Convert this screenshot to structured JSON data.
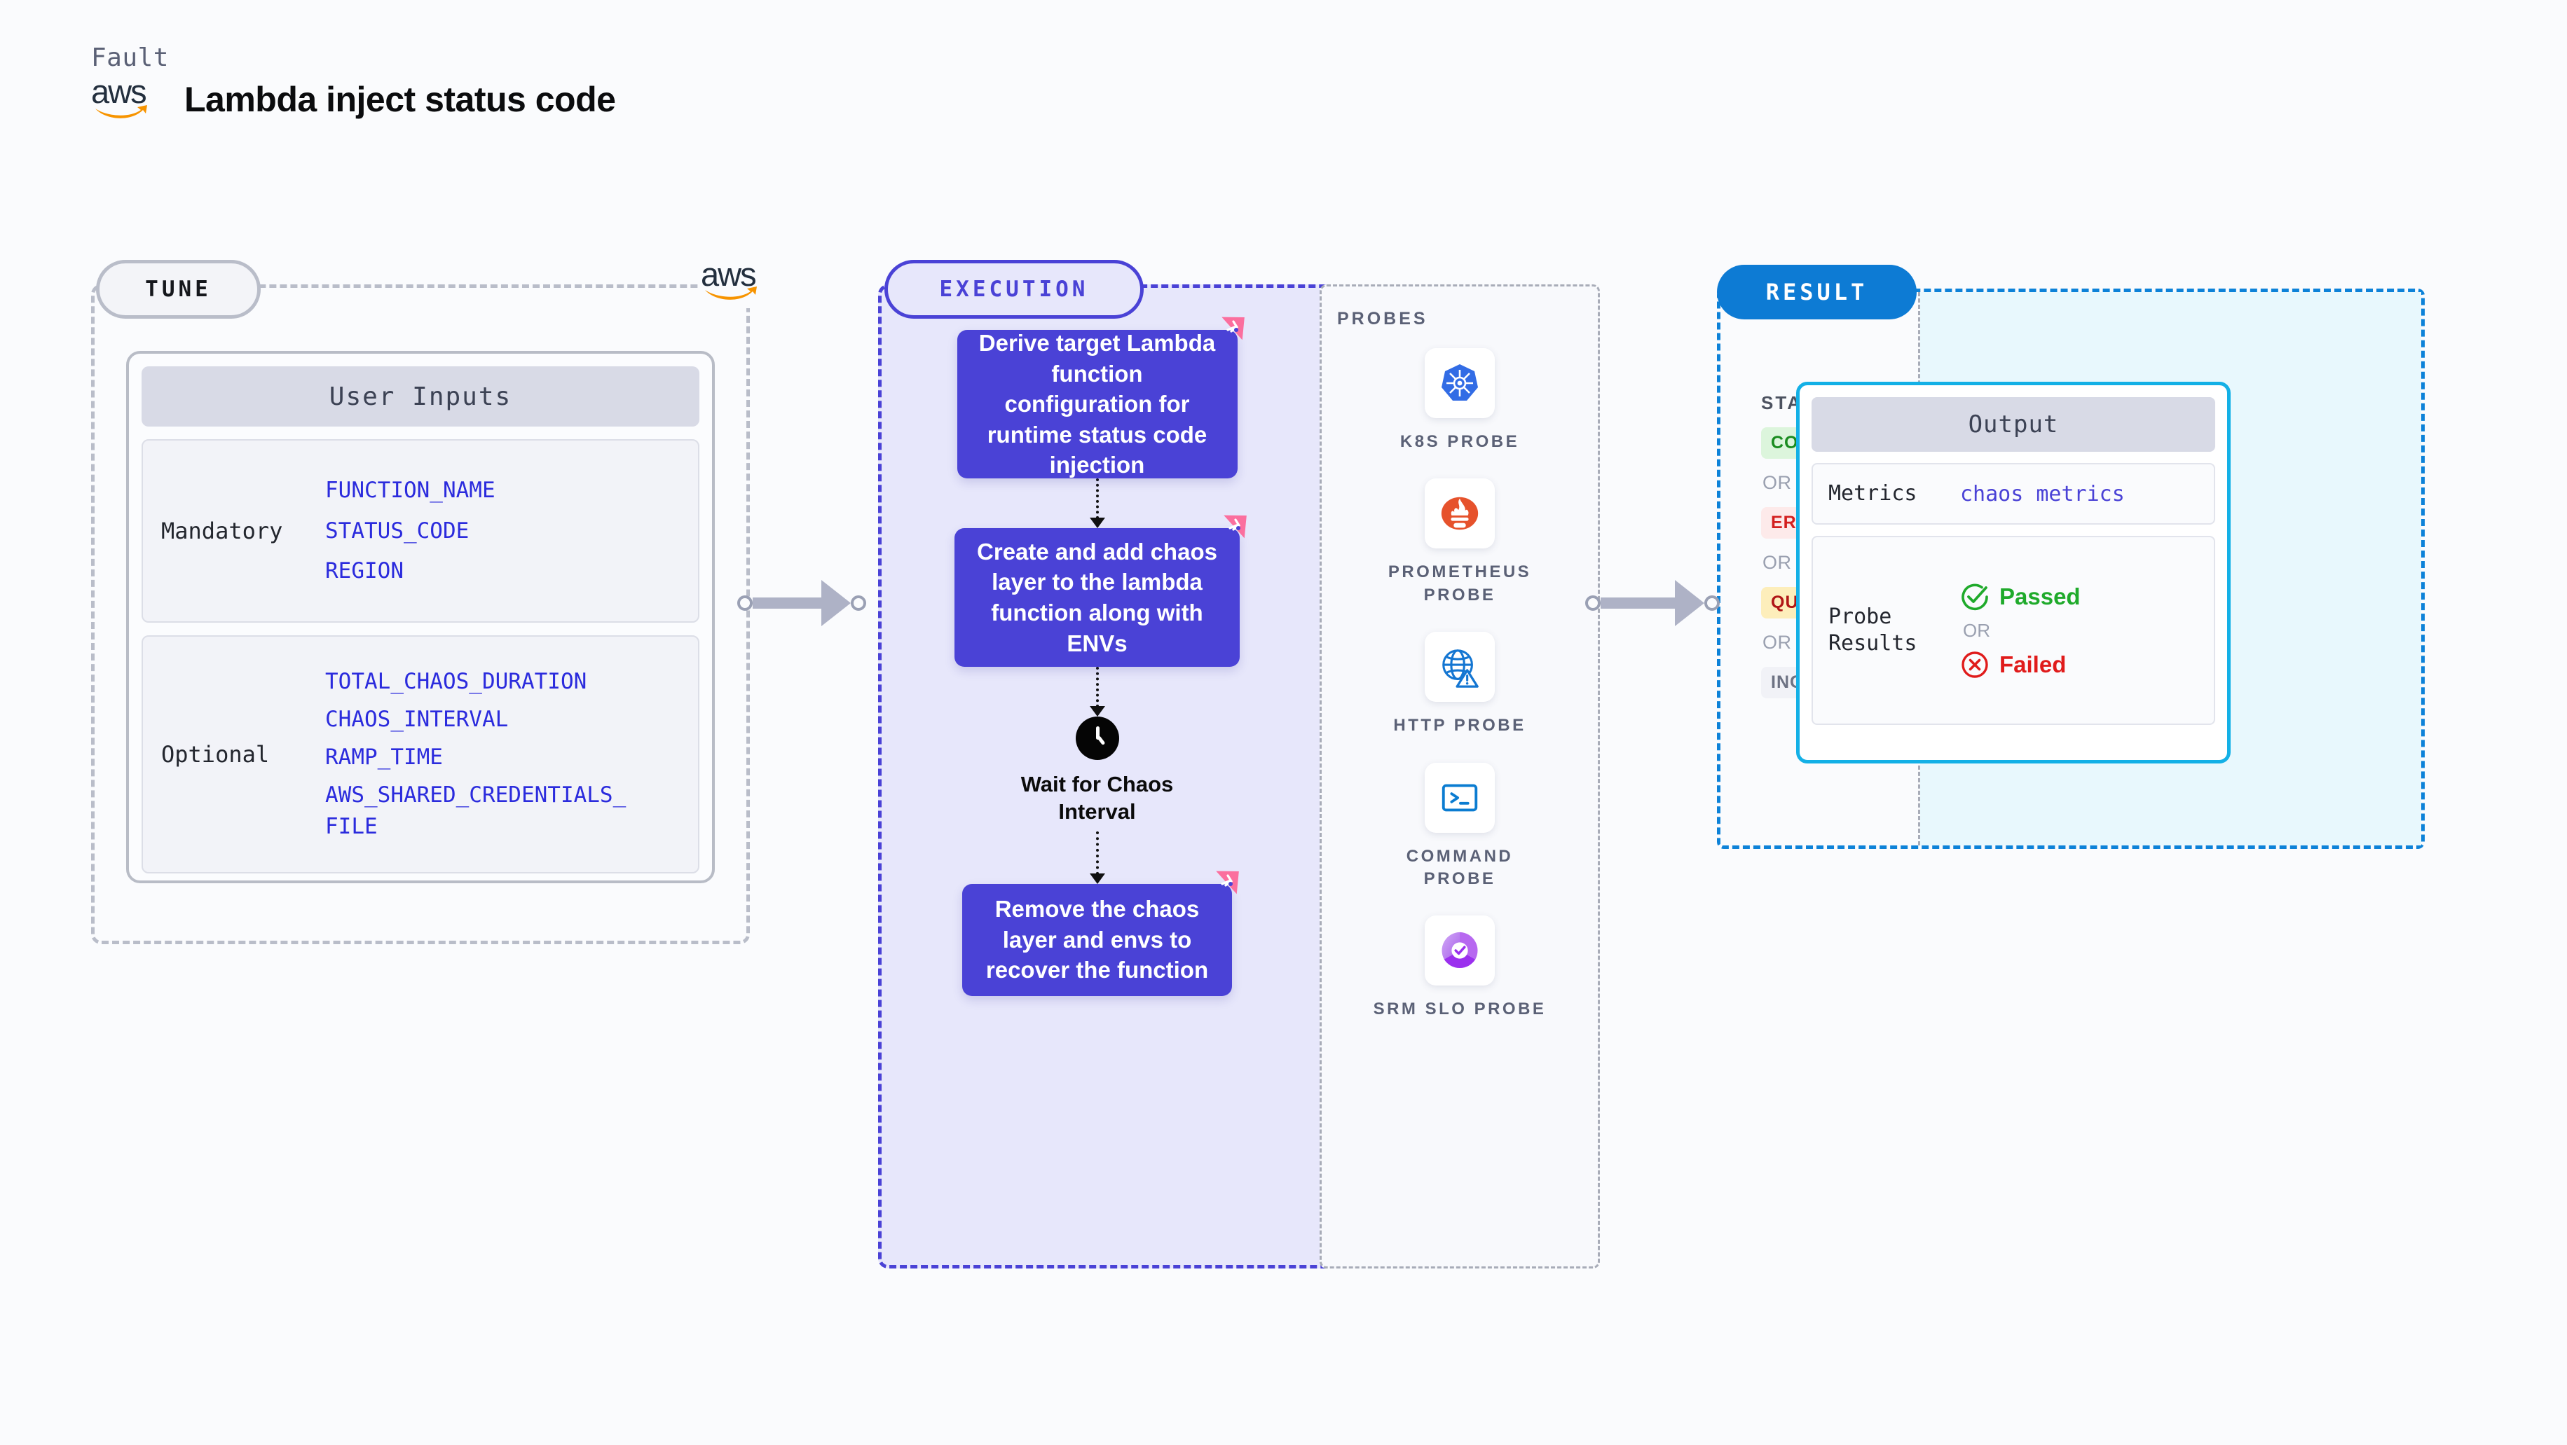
{
  "header": {
    "fault_label": "Fault",
    "title": "Lambda inject status code",
    "logo": "aws-logo"
  },
  "tune": {
    "pill_label": "TUNE",
    "badge_logo": "aws-logo",
    "card_title": "User Inputs",
    "groups": [
      {
        "label": "Mandatory",
        "items": [
          "FUNCTION_NAME",
          "STATUS_CODE",
          "REGION"
        ]
      },
      {
        "label": "Optional",
        "items": [
          "TOTAL_CHAOS_DURATION",
          "CHAOS_INTERVAL",
          "RAMP_TIME",
          "AWS_SHARED_CREDENTIALS_\nFILE"
        ]
      }
    ]
  },
  "execution": {
    "pill_label": "EXECUTION",
    "steps": [
      {
        "text": "Derive target Lambda function configuration for runtime status code injection",
        "badge": "chaos-corner-badge"
      },
      {
        "text": "Create and add chaos layer to the lambda function along with ENVs",
        "badge": "chaos-corner-badge"
      }
    ],
    "wait_node": {
      "icon": "clock-icon",
      "label": "Wait for Chaos Interval"
    },
    "final_step": {
      "text": "Remove the chaos layer and envs to recover the function",
      "badge": "chaos-corner-badge"
    }
  },
  "probes": {
    "title": "PROBES",
    "items": [
      {
        "label": "K8S PROBE",
        "icon": "kubernetes-icon"
      },
      {
        "label": "PROMETHEUS PROBE",
        "icon": "prometheus-icon"
      },
      {
        "label": "HTTP PROBE",
        "icon": "http-globe-warning-icon"
      },
      {
        "label": "COMMAND PROBE",
        "icon": "terminal-icon"
      },
      {
        "label": "SRM SLO PROBE",
        "icon": "srm-slo-icon"
      }
    ]
  },
  "result": {
    "pill_label": "RESULT",
    "status_title": "STATUS",
    "or_label": "OR",
    "statuses": [
      {
        "label": "COMPLETED",
        "text_color": "#1a8c20",
        "bg_color": "#dcf5dc"
      },
      {
        "label": "ERRORED",
        "text_color": "#d32020",
        "bg_color": "#fdeaea"
      },
      {
        "label": "QUEUED",
        "text_color": "#b01616",
        "bg_color": "#fdeebb"
      },
      {
        "label": "INCOMPLETED",
        "text_color": "#6d7283",
        "bg_color": "#f1f2f7"
      }
    ],
    "output": {
      "title": "Output",
      "metrics_key": "Metrics",
      "metrics_value": "chaos metrics",
      "probe_key": "Probe Results",
      "passed_label": "Passed",
      "failed_label": "Failed",
      "or_label": "OR",
      "passed_color": "#1faa2b",
      "failed_color": "#e01b1b"
    }
  },
  "colors": {
    "accent_purple": "#4a42d6",
    "accent_blue": "#0d7bd4",
    "accent_cyan": "#13b0e6",
    "pink_badge": "#fb6f9e",
    "aws_orange": "#f79400",
    "aws_dark": "#232f3e"
  }
}
